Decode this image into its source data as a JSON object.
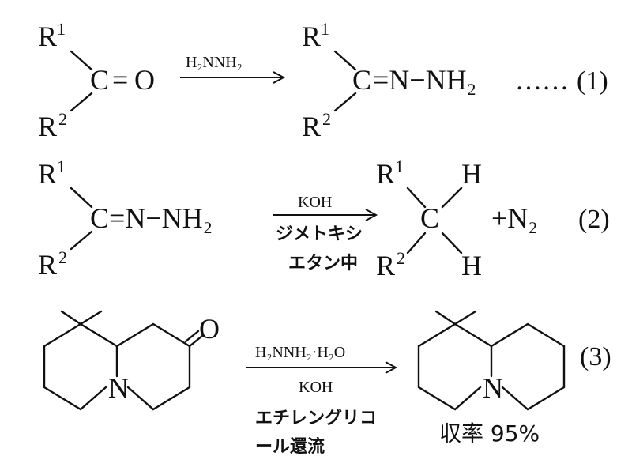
{
  "reaction1": {
    "r1_letter": "R",
    "r1_index": "1",
    "r2_letter": "R",
    "r2_index": "2",
    "carbon": "C",
    "eq": "=",
    "oxygen": "O",
    "reagent": "H₂NNH₂",
    "product_c": "C",
    "product_rest": "=N−NH₂",
    "dots": "……",
    "number": "(1)"
  },
  "reaction2": {
    "r1_letter": "R",
    "r1_index": "1",
    "r2_letter": "R",
    "r2_index": "2",
    "hydrazone": "C=N−NH₂",
    "reagent_top": "KOH",
    "reagent_mid": "ジメトキシ",
    "reagent_bot": "エタン中",
    "product_c": "C",
    "h_top": "H",
    "h_bottom": "H",
    "plus_n2": "+N₂",
    "number": "(2)"
  },
  "reaction3": {
    "ketone_o": "O",
    "sm_n": "N",
    "reagent_top": "H₂NNH₂·H₂O",
    "reagent_mid": "KOH",
    "reagent_line3": "エチレングリコ",
    "reagent_line4": "ール還流",
    "product_n": "N",
    "yield": "収率 95%",
    "number": "(3)"
  }
}
